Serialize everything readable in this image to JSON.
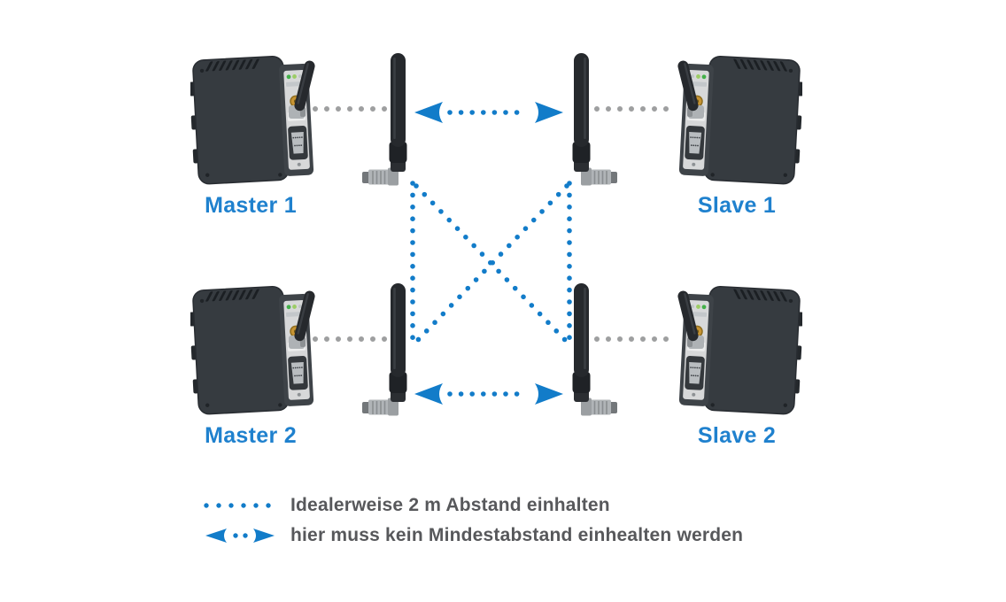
{
  "diagram": {
    "title_hidden": "",
    "nodes": [
      {
        "id": "master1",
        "label": "Master 1",
        "type": "wireless-module"
      },
      {
        "id": "slave1",
        "label": "Slave 1",
        "type": "wireless-module"
      },
      {
        "id": "master2",
        "label": "Master 2",
        "type": "wireless-module"
      },
      {
        "id": "slave2",
        "label": "Slave 2",
        "type": "wireless-module"
      }
    ],
    "connections": {
      "device_to_antenna": "gray-dotted-line",
      "antenna_pair_top": "blue-double-arrow-no-min-distance",
      "antenna_pair_bottom": "blue-double-arrow-no-min-distance",
      "cross_links_between_rows": "blue-dotted-ideal-2m-distance"
    },
    "legend": [
      {
        "marker": "blue-dotted-line-icon",
        "text": "Idealerweise 2 m Abstand einhalten"
      },
      {
        "marker": "blue-double-arrow-icon",
        "text": "hier muss kein Mindestabstand einhealten werden"
      }
    ]
  },
  "colors": {
    "connection_blue": "#127CC9",
    "label_blue": "#1F81CE",
    "distance_gray": "#9E9FA0",
    "legend_text_gray": "#57585B",
    "device_body": "#363B40",
    "device_panel": "#D7D8D9",
    "background": "#FFFFFF"
  }
}
